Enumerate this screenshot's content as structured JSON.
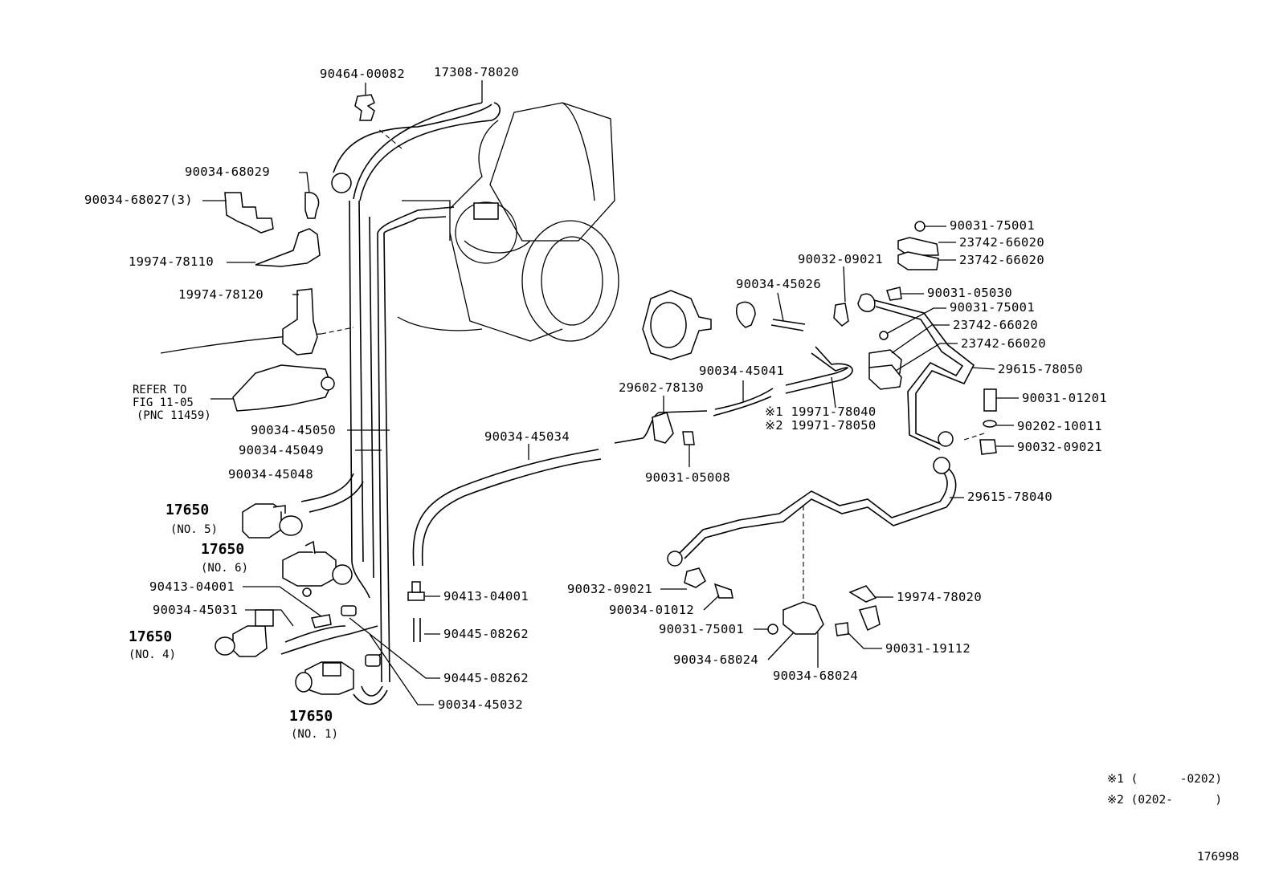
{
  "callouts": [
    {
      "id": "c1",
      "text": "90464-00082",
      "interactable": true
    },
    {
      "id": "c2",
      "text": "17308-78020",
      "interactable": true
    },
    {
      "id": "c3",
      "text": "90034-68029",
      "interactable": true
    },
    {
      "id": "c4",
      "text": "90034-68027(3)",
      "interactable": true
    },
    {
      "id": "c5",
      "text": "19974-78110",
      "interactable": true
    },
    {
      "id": "c6",
      "text": "19974-78120",
      "interactable": true
    },
    {
      "id": "c7",
      "text": "90034-45050",
      "interactable": true
    },
    {
      "id": "c8",
      "text": "90034-45049",
      "interactable": true
    },
    {
      "id": "c9",
      "text": "90034-45048",
      "interactable": true
    },
    {
      "id": "c10",
      "text": "90413-04001",
      "interactable": true
    },
    {
      "id": "c11",
      "text": "90034-45031",
      "interactable": true
    },
    {
      "id": "c12",
      "text": "90413-04001",
      "interactable": true
    },
    {
      "id": "c13",
      "text": "90445-08262",
      "interactable": true
    },
    {
      "id": "c14",
      "text": "90445-08262",
      "interactable": true
    },
    {
      "id": "c15",
      "text": "90034-45032",
      "interactable": true
    },
    {
      "id": "c16",
      "text": "90034-45034",
      "interactable": true
    },
    {
      "id": "c17",
      "text": "29602-78130",
      "interactable": true
    },
    {
      "id": "c18",
      "text": "90031-05008",
      "interactable": true
    },
    {
      "id": "c19",
      "text": "90034-45041",
      "interactable": true
    },
    {
      "id": "c20",
      "text": "90034-45026",
      "interactable": true
    },
    {
      "id": "c21",
      "text": "90032-09021",
      "interactable": true
    },
    {
      "id": "c22",
      "text": "90031-75001",
      "interactable": true
    },
    {
      "id": "c23",
      "text": "23742-66020",
      "interactable": true
    },
    {
      "id": "c24",
      "text": "23742-66020",
      "interactable": true
    },
    {
      "id": "c25",
      "text": "90031-05030",
      "interactable": true
    },
    {
      "id": "c26",
      "text": "90031-75001",
      "interactable": true
    },
    {
      "id": "c27",
      "text": "23742-66020",
      "interactable": true
    },
    {
      "id": "c28",
      "text": "23742-66020",
      "interactable": true
    },
    {
      "id": "c29",
      "text": "29615-78050",
      "interactable": true
    },
    {
      "id": "c30",
      "text": "90031-01201",
      "interactable": true
    },
    {
      "id": "c31",
      "text": "90202-10011",
      "interactable": true
    },
    {
      "id": "c32",
      "text": "90032-09021",
      "interactable": true
    },
    {
      "id": "c33",
      "text": "29615-78040",
      "interactable": true
    },
    {
      "id": "c34",
      "text": "90032-09021",
      "interactable": true
    },
    {
      "id": "c35",
      "text": "90034-01012",
      "interactable": true
    },
    {
      "id": "c36",
      "text": "90031-75001",
      "interactable": true
    },
    {
      "id": "c37",
      "text": "90034-68024",
      "interactable": true
    },
    {
      "id": "c38",
      "text": "90034-68024",
      "interactable": true
    },
    {
      "id": "c39",
      "text": "19974-78020",
      "interactable": true
    },
    {
      "id": "c40",
      "text": "90031-19112",
      "interactable": true
    },
    {
      "id": "c41",
      "text": "※1 19971-78040",
      "interactable": true
    },
    {
      "id": "c42",
      "text": "※2 19971-78050",
      "interactable": true
    }
  ],
  "vsv_labels": [
    {
      "id": "v5",
      "number": "17650",
      "sub": "(NO. 5)"
    },
    {
      "id": "v6",
      "number": "17650",
      "sub": "(NO. 6)"
    },
    {
      "id": "v4",
      "number": "17650",
      "sub": "(NO. 4)"
    },
    {
      "id": "v1",
      "number": "17650",
      "sub": "(NO. 1)"
    }
  ],
  "refer": {
    "line1": "REFER TO",
    "line2": "FIG 11-05",
    "line3": "(PNC 11459)"
  },
  "footnotes": {
    "note1": "※1 (      -0202)",
    "note2": "※2 (0202-      )"
  },
  "illustration_id": "176998"
}
